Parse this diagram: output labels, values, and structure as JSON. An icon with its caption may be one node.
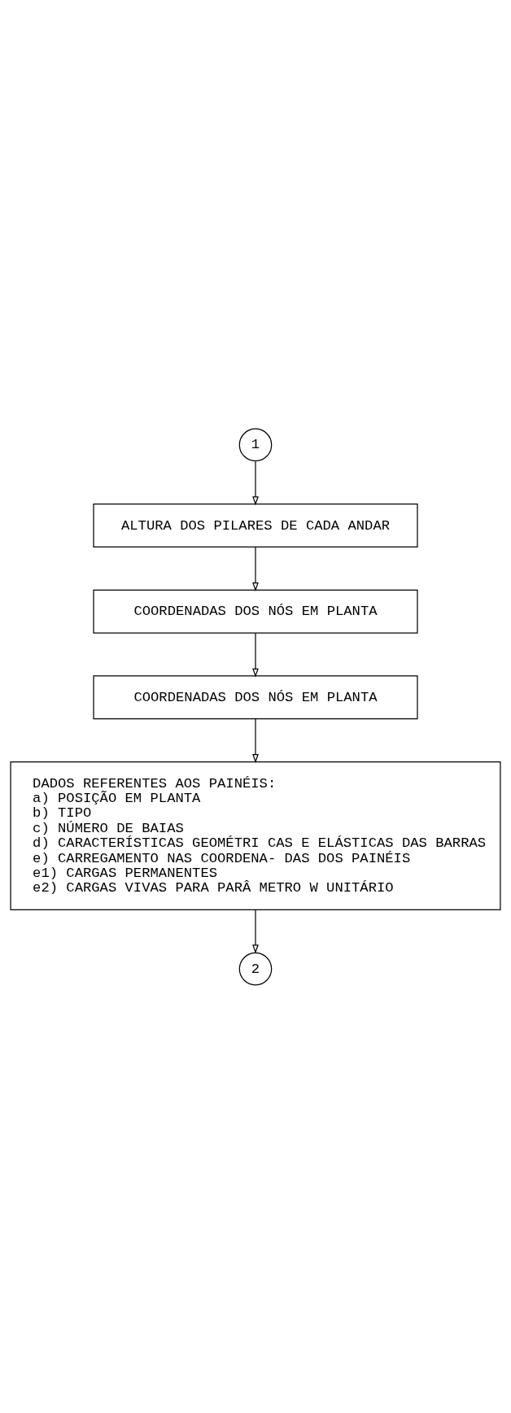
{
  "diagram": {
    "nodes": [
      {
        "text": [
          "1"
        ]
      },
      {
        "text": [
          "ALTURA DOS PILARES DE CADA ANDAR"
        ]
      },
      {
        "text": [
          "COORDENADAS DOS NÓS EM PLANTA"
        ]
      },
      {
        "text": [
          "COORDENADAS DOS NÓS EM PLANTA"
        ]
      },
      {
        "text": [
          "DADOS REFERENTES AOS PAINÉIS:",
          "a) POSIÇÃO EM PLANTA",
          "b) TIPO",
          "c) NÚMERO DE BAIAS",
          "d) CARACTERÍSTICAS GEOMÉTRI CAS E ELÁSTICAS DAS BARRAS",
          "e) CARREGAMENTO NAS COORDENA- DAS DOS PAINÉIS",
          "e1) CARGAS PERMANENTES",
          "e2) CARGAS VIVAS PARA PARÂ METRO W UNITÁRIO"
        ]
      },
      {
        "text": [
          "2"
        ]
      }
    ],
    "edges": [
      {
        "from": 0,
        "to": 1,
        "arrow": "to"
      },
      {
        "from": 1,
        "to": 2,
        "arrow": "to"
      },
      {
        "from": 2,
        "to": 3,
        "arrow": "to"
      },
      {
        "from": 3,
        "to": 4,
        "arrow": "to"
      },
      {
        "from": 4,
        "to": 5,
        "arrow": "to"
      }
    ]
  }
}
